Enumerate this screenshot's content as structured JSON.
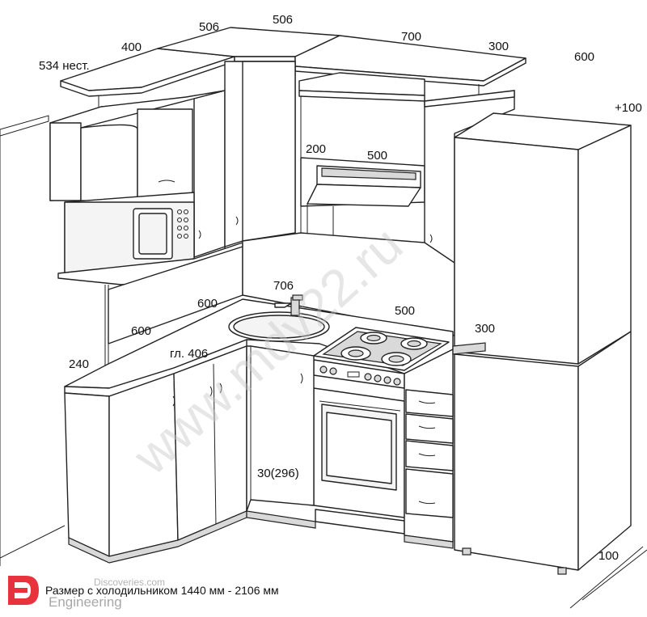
{
  "dimensions": {
    "top_534": "534 нест.",
    "top_400": "400",
    "top_506a": "506",
    "top_506b": "506",
    "top_700": "700",
    "top_300": "300",
    "top_600": "600",
    "plus_100": "+100",
    "hood_200": "200",
    "hood_500": "500",
    "sink_706": "706",
    "left_600a": "600",
    "left_600b": "600",
    "corner_406": "гл. 406",
    "left_240": "240",
    "stove_500": "500",
    "fridge_300": "300",
    "plinth_30": "30(296)",
    "floor_100": "100"
  },
  "caption": "Размер с холодильником 1440 мм -  2106 мм",
  "watermark": "www.mdv22.ru",
  "branding": {
    "top": "Discoveries.com",
    "bottom": "Engineering",
    "accent": "#e8333c"
  },
  "colors": {
    "line": "#222222",
    "fill": "#ffffff",
    "shade": "#d9d9d9"
  }
}
